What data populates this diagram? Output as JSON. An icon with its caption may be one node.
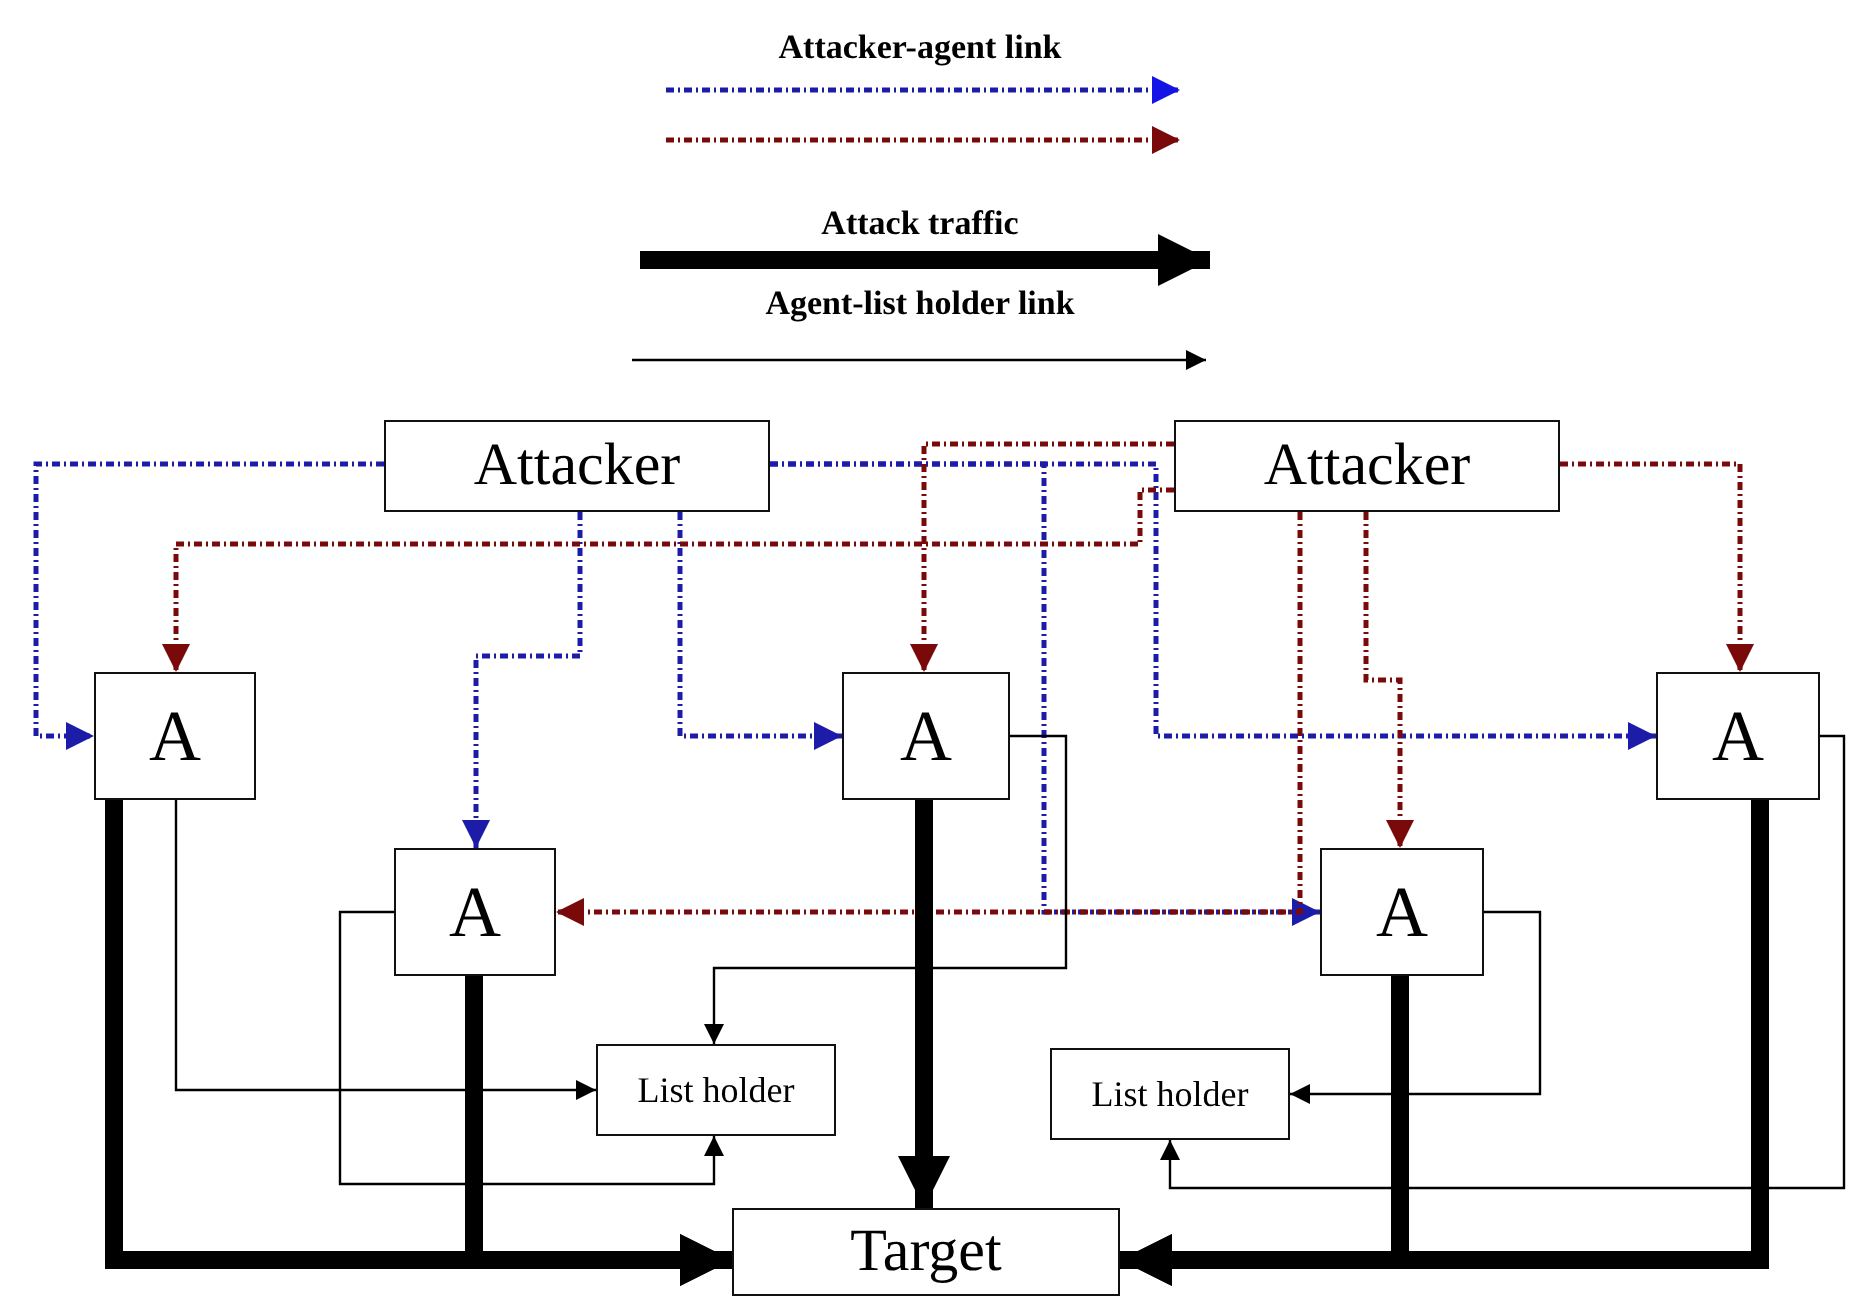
{
  "diagram": {
    "nodes": [
      {
        "text": [
          "Attacker"
        ]
      },
      {
        "text": [
          "Attacker"
        ]
      },
      {
        "text": [
          "A"
        ]
      },
      {
        "text": [
          "A"
        ]
      },
      {
        "text": [
          "A"
        ]
      },
      {
        "text": [
          "A"
        ]
      },
      {
        "text": [
          "A"
        ]
      },
      {
        "text": [
          "List holder"
        ]
      },
      {
        "text": [
          "List holder"
        ]
      },
      {
        "text": [
          "Target"
        ]
      }
    ],
    "edges": [
      {
        "from": 0,
        "to": 2,
        "arrow": "to",
        "style": "dashed",
        "color": "#1c1ca8"
      },
      {
        "from": 0,
        "to": 3,
        "arrow": "to",
        "style": "dashed",
        "color": "#1c1ca8"
      },
      {
        "from": 0,
        "to": 4,
        "arrow": "to",
        "style": "dashed",
        "color": "#1c1ca8"
      },
      {
        "from": 0,
        "to": 5,
        "arrow": "to",
        "style": "dashed",
        "color": "#1c1ca8"
      },
      {
        "from": 0,
        "to": 6,
        "arrow": "to",
        "style": "dashed",
        "color": "#1c1ca8"
      },
      {
        "from": 1,
        "to": 2,
        "arrow": "to",
        "style": "dashed",
        "color": "#7a0a0a"
      },
      {
        "from": 1,
        "to": 3,
        "arrow": "to",
        "style": "dashed",
        "color": "#7a0a0a"
      },
      {
        "from": 1,
        "to": 4,
        "arrow": "to",
        "style": "dashed",
        "color": "#7a0a0a"
      },
      {
        "from": 1,
        "to": 5,
        "arrow": "to",
        "style": "dashed",
        "color": "#7a0a0a"
      },
      {
        "from": 1,
        "to": 6,
        "arrow": "to",
        "style": "dashed",
        "color": "#7a0a0a"
      },
      {
        "from": 2,
        "to": 7,
        "arrow": "to"
      },
      {
        "from": 3,
        "to": 7,
        "arrow": "to"
      },
      {
        "from": 4,
        "to": 7,
        "arrow": "to"
      },
      {
        "from": 5,
        "to": 8,
        "arrow": "to"
      },
      {
        "from": 6,
        "to": 8,
        "arrow": "to"
      },
      {
        "from": 2,
        "to": 9,
        "arrow": "to",
        "style": "thick"
      },
      {
        "from": 3,
        "to": 9,
        "arrow": "to",
        "style": "thick"
      },
      {
        "from": 4,
        "to": 9,
        "arrow": "to",
        "style": "thick"
      },
      {
        "from": 5,
        "to": 9,
        "arrow": "to",
        "style": "thick"
      },
      {
        "from": 6,
        "to": 9,
        "arrow": "to",
        "style": "thick"
      }
    ],
    "legend": [
      {
        "text": "Attacker-agent link"
      },
      {
        "text": "Attack traffic"
      },
      {
        "text": "Agent-list holder link"
      }
    ]
  }
}
